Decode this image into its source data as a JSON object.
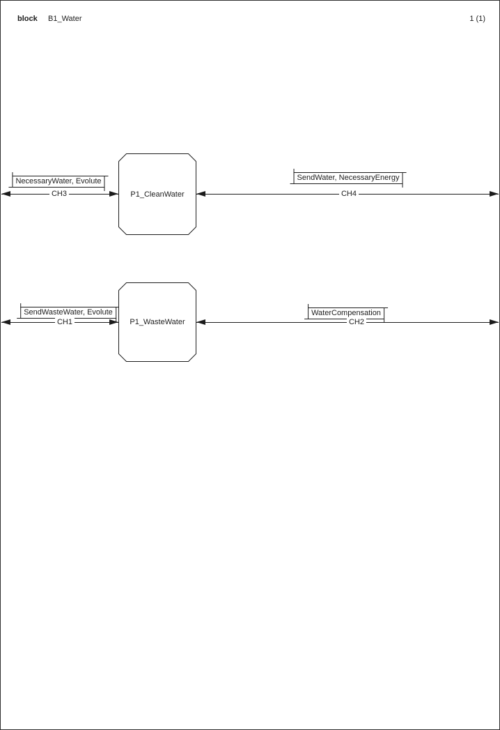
{
  "header": {
    "kind_keyword": "block",
    "diagram_name": "B1_Water",
    "page_number": "1 (1)"
  },
  "diagram": {
    "type": "sdl-block-diagram",
    "processes": [
      {
        "name": "P1_CleanWater"
      },
      {
        "name": "P1_WasteWater"
      }
    ],
    "channels": [
      {
        "name": "CH3",
        "signals": "NecessaryWater, Evolute",
        "connects": "frame to P1_CleanWater",
        "direction": "bidirectional"
      },
      {
        "name": "CH4",
        "signals": "SendWater, NecessaryEnergy",
        "connects": "P1_CleanWater to frame",
        "direction": "bidirectional"
      },
      {
        "name": "CH1",
        "signals": "SendWasteWater, Evolute",
        "connects": "frame to P1_WasteWater",
        "direction": "bidirectional"
      },
      {
        "name": "CH2",
        "signals": "WaterCompensation",
        "connects": "P1_WasteWater to frame",
        "direction": "bidirectional"
      }
    ],
    "colors": {
      "line": "#1c1c1c",
      "background": "#ffffff"
    }
  }
}
